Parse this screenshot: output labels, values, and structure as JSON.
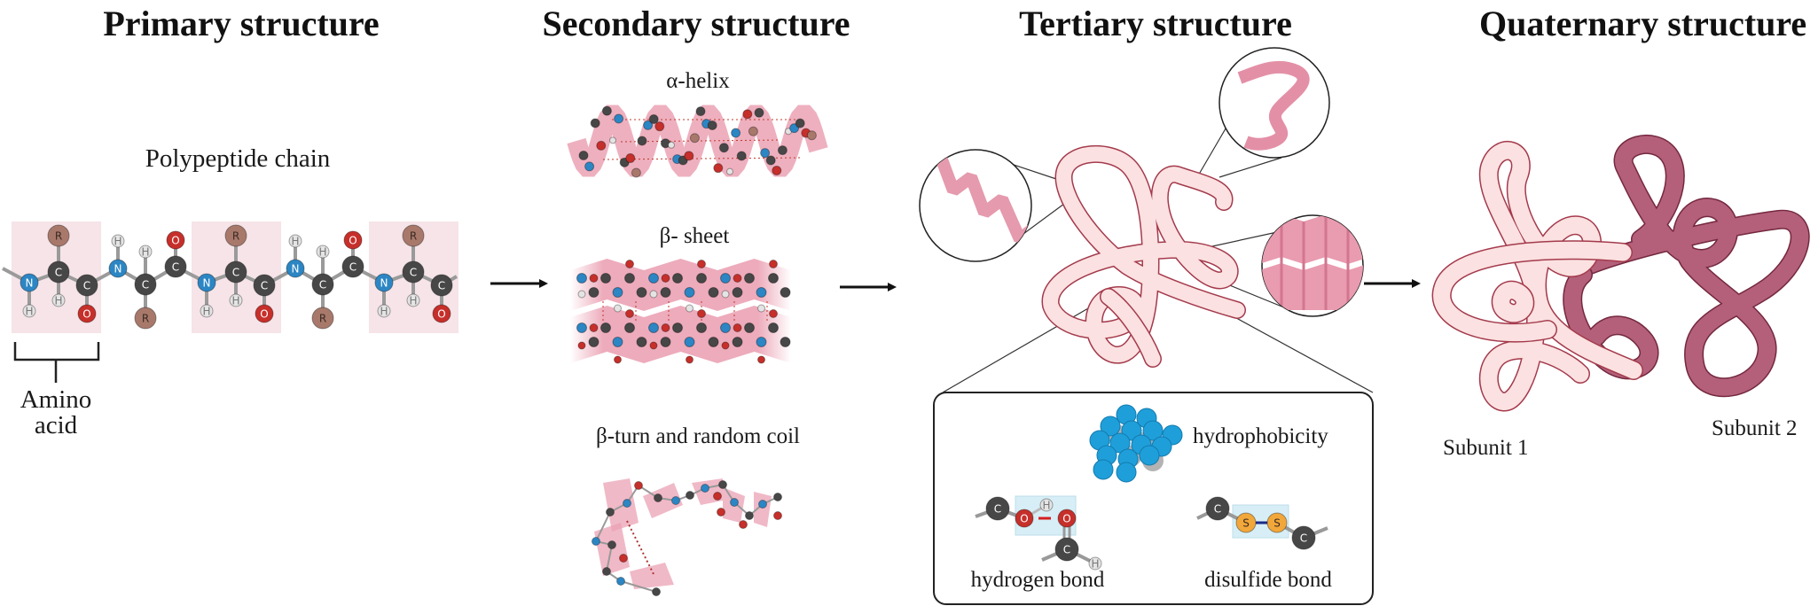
{
  "titles": {
    "primary": "Primary structure",
    "secondary": "Secondary structure",
    "tertiary": "Tertiary structure",
    "quaternary": "Quaternary structure"
  },
  "primary": {
    "chain_label": "Polypeptide chain",
    "amino_acid_label": [
      "Amino",
      "acid"
    ]
  },
  "secondary": {
    "alpha_helix": "α-helix",
    "beta_sheet": "β- sheet",
    "beta_turn": "β-turn and random coil"
  },
  "tertiary": {
    "hydrophobicity": "hydrophobicity",
    "hydrogen_bond": "hydrogen bond",
    "disulfide_bond": "disulfide bond"
  },
  "quaternary": {
    "subunit1": "Subunit 1",
    "subunit2": "Subunit 2"
  },
  "atoms": {
    "C": "C",
    "N": "N",
    "O": "O",
    "H": "H",
    "R": "R",
    "S": "S"
  },
  "colors": {
    "carbon": "#474747",
    "nitrogen": "#2c86c4",
    "oxygen": "#c62f2a",
    "hydrogen": "#e4e4e4",
    "r_group": "#a8796b",
    "sulfur": "#f2a73a",
    "residue_box": "#f6e4e8",
    "ribbon": "#eba2b4",
    "tube_fill": "#fbe1e1",
    "tube_outline": "#a43a4c",
    "subunit2_fill": "#b4607a",
    "subunit2_outline": "#74283f",
    "hydrophobic": "#1f9fd9",
    "bond_box": "#d7eef6"
  }
}
